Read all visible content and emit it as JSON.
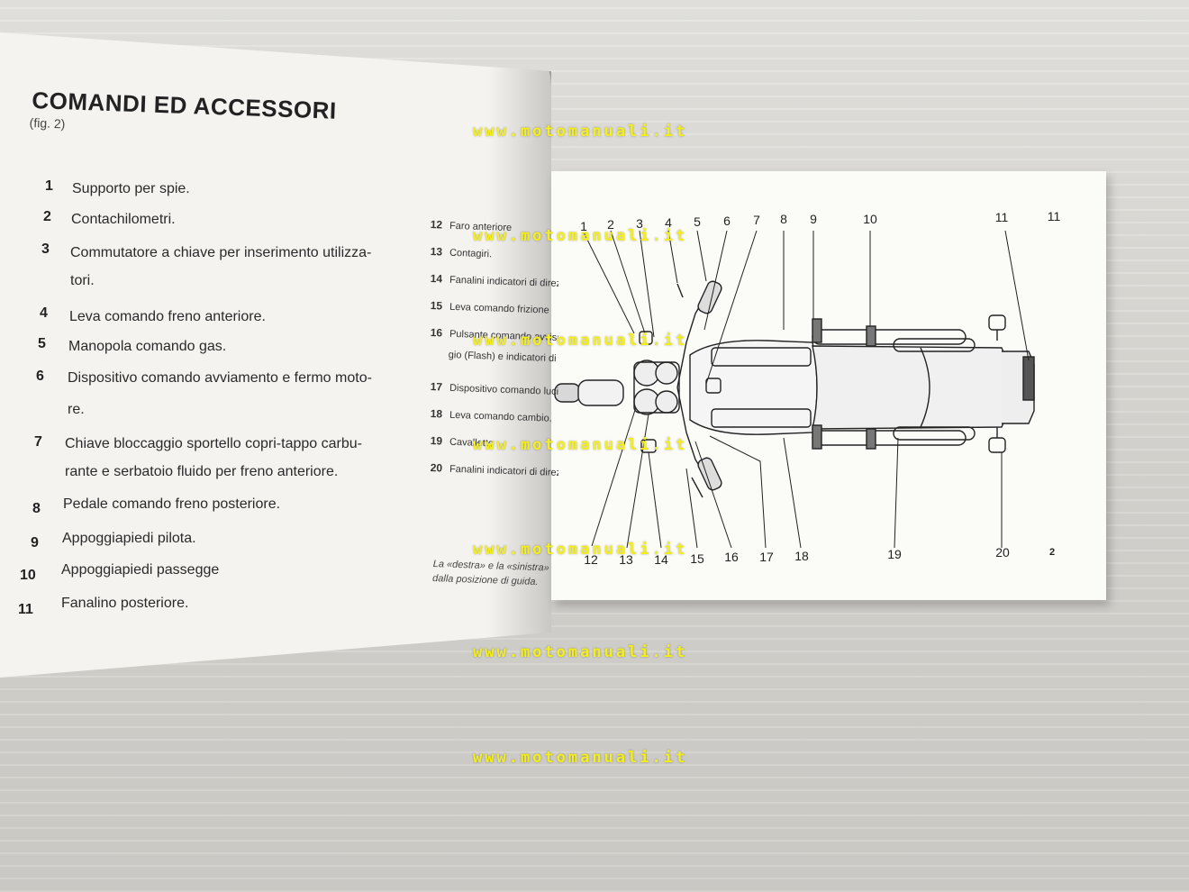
{
  "left_page": {
    "title": "COMANDI ED ACCESSORI",
    "figure_ref": "(fig. 2)",
    "items": [
      {
        "num": "1",
        "text": "Supporto per spie."
      },
      {
        "num": "2",
        "text": "Contachilometri."
      },
      {
        "num": "3",
        "text": "Commutatore a chiave per inserimento utilizza-",
        "text2": "tori."
      },
      {
        "num": "4",
        "text": "Leva comando freno anteriore."
      },
      {
        "num": "5",
        "text": "Manopola comando gas."
      },
      {
        "num": "6",
        "text": "Dispositivo comando avviamento e fermo moto-",
        "text2": "re."
      },
      {
        "num": "7",
        "text": "Chiave bloccaggio sportello copri-tappo carbu-",
        "text2": "rante e serbatoio fluido per freno anteriore."
      },
      {
        "num": "8",
        "text": "Pedale comando freno posteriore."
      },
      {
        "num": "9",
        "text": "Appoggiapiedi pilota."
      },
      {
        "num": "10",
        "text": "Appoggiapiedi passegge"
      },
      {
        "num": "11",
        "text": "Fanalino posteriore."
      }
    ],
    "continued_items": [
      {
        "num": "12",
        "text": "Faro anteriore"
      },
      {
        "num": "13",
        "text": "Contagiri."
      },
      {
        "num": "14",
        "text": "Fanalini indicatori di direzione"
      },
      {
        "num": "15",
        "text": "Leva comando frizione"
      },
      {
        "num": "16",
        "text": "Pulsante comando avvisatore acustico",
        "text2": "gio (Flash) e indicatori di direzione"
      },
      {
        "num": "17",
        "text": "Dispositivo comando luci"
      },
      {
        "num": "18",
        "text": "Leva comando cambio."
      },
      {
        "num": "19",
        "text": "Cavalletto"
      },
      {
        "num": "20",
        "text": "Fanalini indicatori di direzione"
      }
    ],
    "note_line1": "La «destra» e la «sinistra»",
    "note_line2": "dalla posizione di guida."
  },
  "right_page": {
    "page_number": "11",
    "figure_number": "2",
    "top_callouts": [
      "1",
      "2",
      "3",
      "4",
      "5",
      "6",
      "7",
      "8",
      "9",
      "10",
      "11"
    ],
    "bottom_callouts": [
      "12",
      "13",
      "14",
      "15",
      "16",
      "17",
      "18",
      "19",
      "20"
    ]
  },
  "watermark": {
    "text": "www.motomanuali.it",
    "count": 7
  }
}
